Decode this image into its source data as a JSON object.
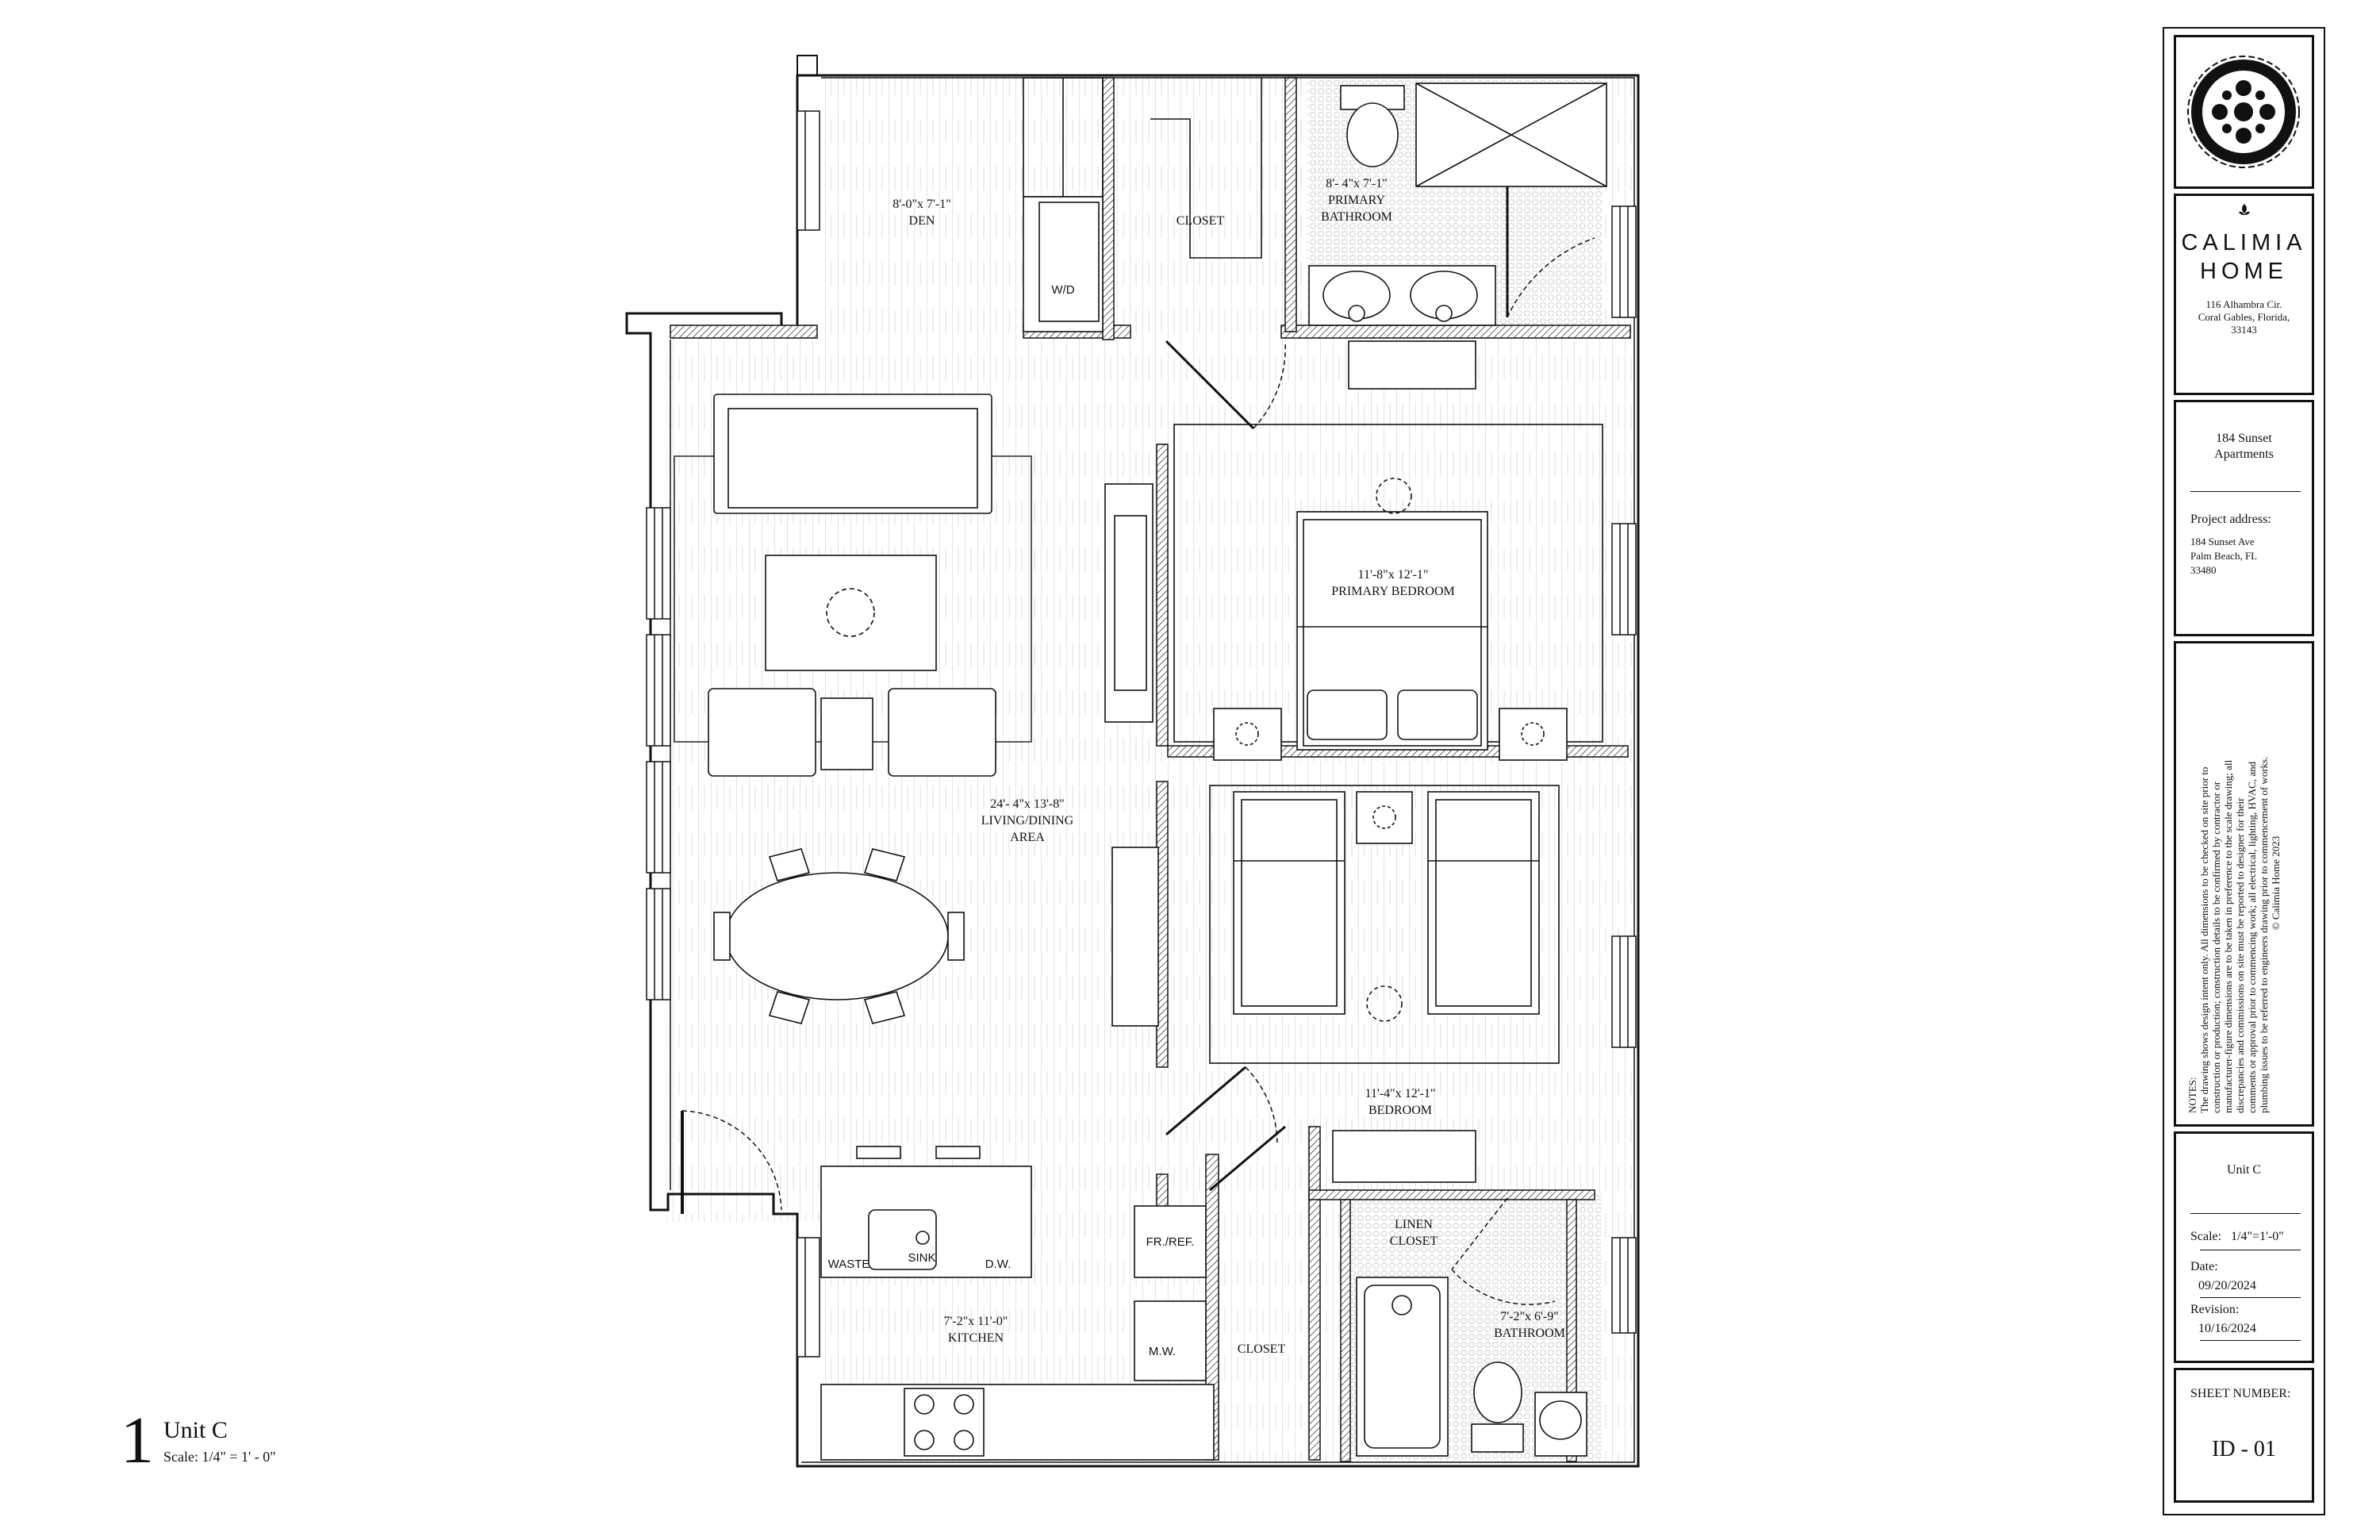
{
  "drawing": {
    "number": "1",
    "title": "Unit C",
    "scale": "Scale: 1/4\" = 1' - 0\""
  },
  "rooms": {
    "den": {
      "dims": "8'-0\"x 7'-1\"",
      "name": "DEN"
    },
    "closet_top": {
      "name": "CLOSET"
    },
    "laundry": {
      "name": "W/D"
    },
    "primary_bath": {
      "dims": "8'- 4\"x 7'-1\"",
      "line1": "PRIMARY",
      "line2": "BATHROOM"
    },
    "primary_bedroom": {
      "dims": "11'-8\"x 12'-1\"",
      "name": "PRIMARY BEDROOM"
    },
    "living": {
      "dims": "24'- 4\"x 13'-8\"",
      "line1": "LIVING/DINING",
      "line2": "AREA"
    },
    "bedroom": {
      "dims": "11'-4\"x 12'-1\"",
      "name": "BEDROOM"
    },
    "kitchen": {
      "dims": "7'-2\"x 11'-0\"",
      "name": "KITCHEN"
    },
    "closet_bottom": {
      "name": "CLOSET"
    },
    "linen": {
      "line1": "LINEN",
      "line2": "CLOSET"
    },
    "bathroom": {
      "dims": "7'-2\"x 6'-9\"",
      "name": "BATHROOM"
    }
  },
  "fixtures": {
    "waste": "WASTE",
    "sink": "SINK",
    "dishwasher": "D.W.",
    "fridge": "FR./REF.",
    "microwave": "M.W."
  },
  "title_block": {
    "brand_line1": "CALIMIA",
    "brand_line2": "HOME",
    "firm_address_1": "116 Alhambra Cir.",
    "firm_address_2": "Coral Gables, Florida,",
    "firm_address_3": "33143",
    "project_name_1": "184 Sunset",
    "project_name_2": "Apartments",
    "project_address_label": "Project address:",
    "project_address_1": "184 Sunset Ave",
    "project_address_2": "Palm Beach, FL",
    "project_address_3": "33480",
    "notes_heading": "NOTES:",
    "notes_lines": [
      "The drawing shows design intent only. All dimensions to be checked on site prior to",
      "construction or production; construction details to be confirmed by contractor or",
      "manufacturer-figure dimensions are to be taken in preference to the scale drawing; all",
      "discrepancies and commissions on site must be reported to designer for their",
      "comments or approval prior to commencing work; all electrical, lighting, HVAC, and",
      "plumbing issues to be referred to engineers drawing prior to commencement of works.",
      "© Calimia Home 2023"
    ],
    "unit": "Unit C",
    "scale_label": "Scale:",
    "scale_value": "1/4\"=1'-0\"",
    "date_label": "Date:",
    "date_value": "09/20/2024",
    "revision_label": "Revision:",
    "revision_value": "10/16/2024",
    "sheet_label": "SHEET NUMBER:",
    "sheet_value": "ID - 01"
  }
}
